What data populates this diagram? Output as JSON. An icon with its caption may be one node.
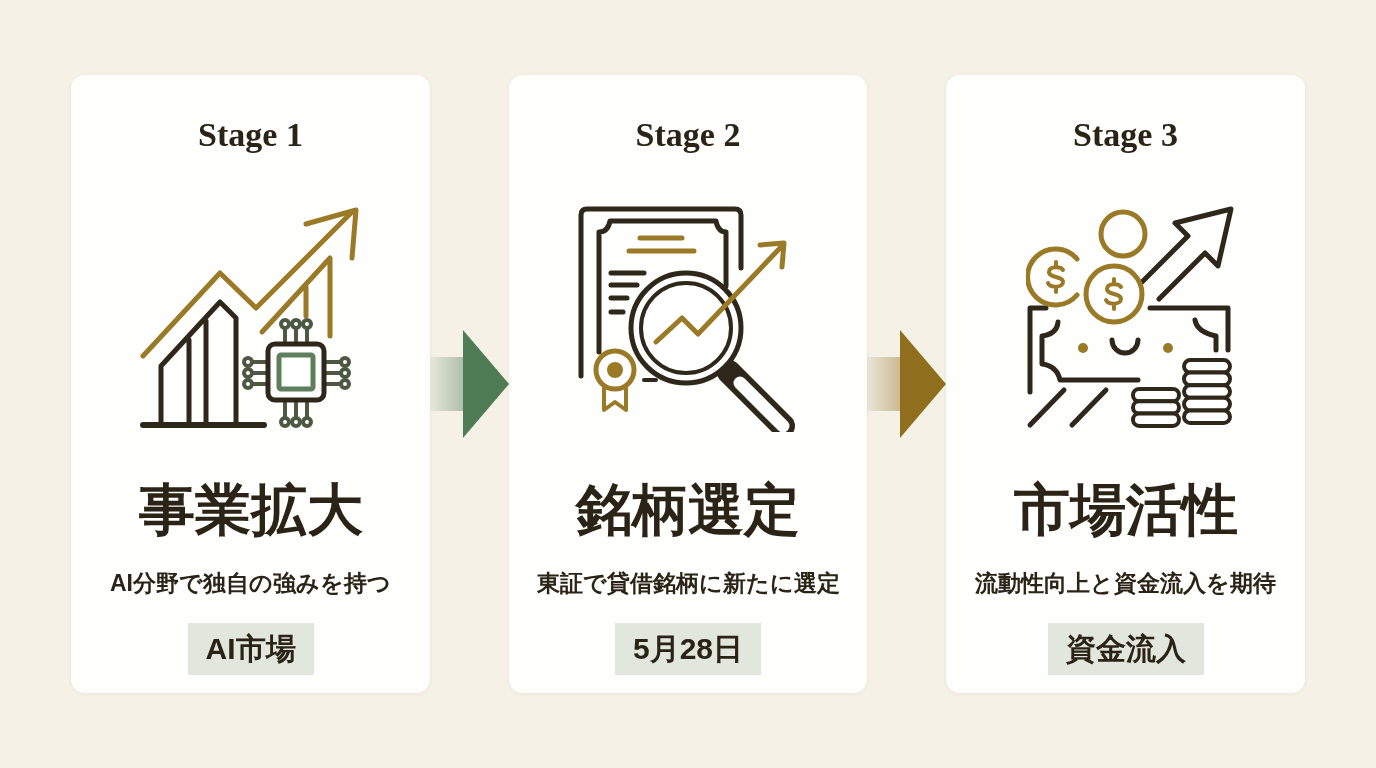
{
  "diagram": {
    "nodes": [
      {
        "text": [
          "Stage 1",
          "事業拡大",
          "AI分野で独自の強みを持つ"
        ]
      },
      {
        "text": [
          "AI市場"
        ],
        "in": 0
      },
      {
        "text": [
          "Stage 2",
          "銘柄選定",
          "東証で貸借銘柄に新たに選定"
        ]
      },
      {
        "text": [
          "5月28日"
        ],
        "in": 2
      },
      {
        "text": [
          "Stage 3",
          "市場活性",
          "流動性向上と資金流入を期待"
        ]
      },
      {
        "text": [
          "資金流入"
        ],
        "in": 4
      }
    ],
    "edges": [
      {
        "from": 0,
        "to": 2,
        "arrow": "to",
        "color": "#4f7b55"
      },
      {
        "from": 2,
        "to": 4,
        "arrow": "to",
        "color": "#8f6e1e"
      }
    ]
  }
}
